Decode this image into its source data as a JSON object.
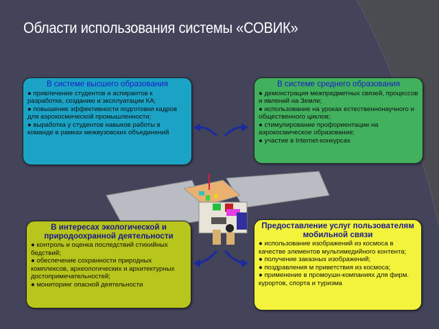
{
  "title": "Области использования системы «СОВИК»",
  "boxes": [
    {
      "heading": "В системе высшего образования",
      "items": [
        "● привлечение студентов и аспирантов к разработке, созданию и эксплуатации КА;",
        "● повышение эффективности подготовки кадров для аэрокосмической промышленности;",
        "● выработка у студентов навыков  работы в команде в рамках межвузовских объединений"
      ]
    },
    {
      "heading": "В системе среднего образования",
      "items": [
        "● демонстрация межпредметных связей, процессов и явлений на Земле;",
        "● использование на уроках естественнонаучного и общественного циклов;",
        "● стимулирование профориентации на аэрокосмическое образование;",
        "● участие в Internet-конкурсах"
      ]
    },
    {
      "heading": "В интересах экологической и природоохранной деятельности",
      "items": [
        "● контроль и оценка последствий стихийных бедствий;",
        "● обеспечение сохранности природных комплексов, археологических и архитектурных достопримечательностей;",
        "● мониторинг опасной деятельности"
      ]
    },
    {
      "heading": "Предоставление услуг пользователям мобильной связи",
      "items": [
        "● использование изображений из космоса в качестве элементов мультимедийного контента;",
        "● получение заказных изображений;",
        "● поздравления м приветствия из космоса;",
        "● применение в промоушн-компаниях для фирм. курортов, спорта и туризма"
      ]
    }
  ],
  "colors": {
    "background": "#43435a",
    "box1": "#1ba3c6",
    "box2": "#41b15e",
    "box3": "#b7c51c",
    "box4": "#f3f33c",
    "arrow": "#1a2aa0"
  }
}
